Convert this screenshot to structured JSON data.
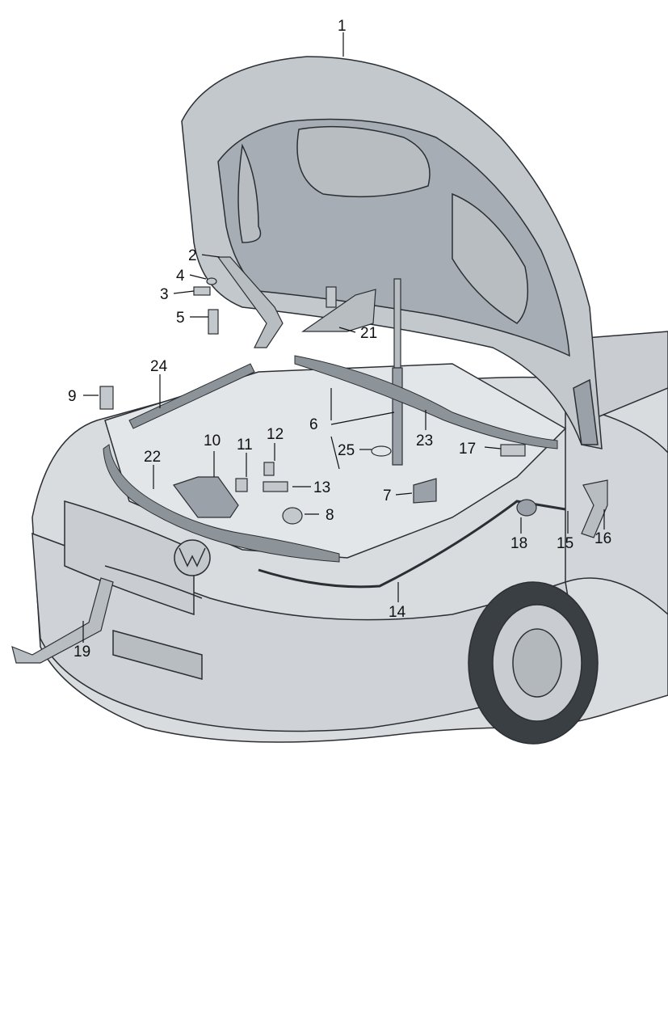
{
  "diagram": {
    "labels": {
      "p1": "1",
      "p2": "2",
      "p3": "3",
      "p4": "4",
      "p5": "5",
      "p6": "6",
      "p7": "7",
      "p8": "8",
      "p9": "9",
      "p10": "10",
      "p11": "11",
      "p12": "12",
      "p13": "13",
      "p14": "14",
      "p15": "15",
      "p16": "16",
      "p17": "17",
      "p18": "18",
      "p19": "19",
      "p21": "21",
      "p22": "22",
      "p23": "23",
      "p24": "24",
      "p25": "25"
    },
    "colors": {
      "body": "#d9dcdf",
      "body_shade": "#b8bdc2",
      "hood": "#c3c8cd",
      "hood_inner": "#a6adb4",
      "line": "#2b2f33",
      "seal": "#8c9399"
    }
  }
}
